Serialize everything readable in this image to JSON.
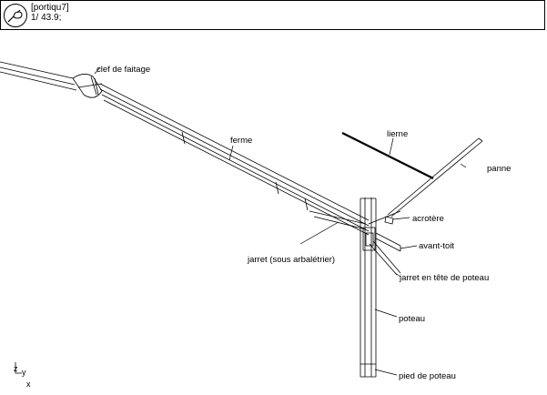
{
  "header": {
    "title": "[portiqu7]",
    "scale": "1/ 43.9;"
  },
  "labels": {
    "clef": "clef de faitage",
    "ferme": "ferme",
    "lierne": "lierne",
    "panne": "panne",
    "acrotere": "acrotère",
    "avant_toit": "avant-toit",
    "jarret_sous": "jarret (sous arbalétrier)",
    "jarret_tete": "jarret en tête de poteau",
    "poteau": "poteau",
    "pied": "pied de poteau"
  },
  "axes": {
    "z": "z",
    "y": "y",
    "x": "x"
  },
  "icons": {
    "logo": "drawing-view-icon"
  }
}
